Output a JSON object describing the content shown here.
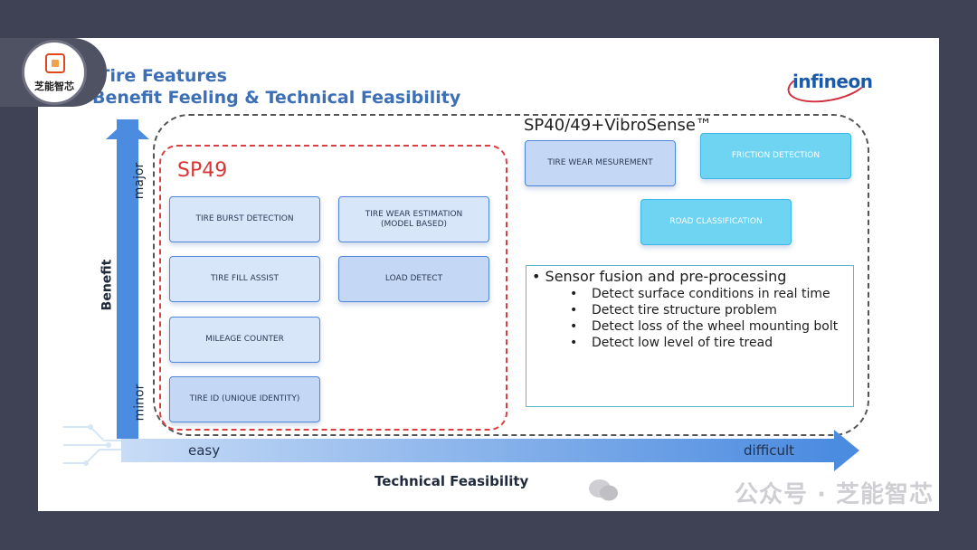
{
  "slide": {
    "title_line1": "iTire Features",
    "title_line2": "Benefit Feeling & Technical Feasibility",
    "logo_text": "infineon",
    "brand_badge": "芝能智芯",
    "watermark": "公众号 · 芝能智芯"
  },
  "axes": {
    "y_title": "Benefit",
    "y_high": "major",
    "y_low": "minor",
    "x_title": "Technical Feasibility",
    "x_low": "easy",
    "x_high": "difficult"
  },
  "groups": {
    "outer_label": "SP40/49+VibroSense™",
    "inner_label": "SP49"
  },
  "sp49_features": [
    "TIRE BURST DETECTION",
    "TIRE FILL ASSIST",
    "MILEAGE COUNTER",
    "TIRE ID (UNIQUE IDENTITY)",
    "TIRE WEAR ESTIMATION\n(MODEL BASED)",
    "LOAD DETECT"
  ],
  "vibrosense_features": [
    "TIRE WEAR MESUREMENT",
    "FRICTION DETECTION",
    "ROAD CLASSIFICATION"
  ],
  "notes": {
    "heading": "Sensor fusion and pre-processing",
    "items": [
      "Detect surface conditions in real time",
      "Detect tire structure problem",
      "Detect loss of the wheel mounting bolt",
      "Detect low level of tire tread"
    ]
  }
}
